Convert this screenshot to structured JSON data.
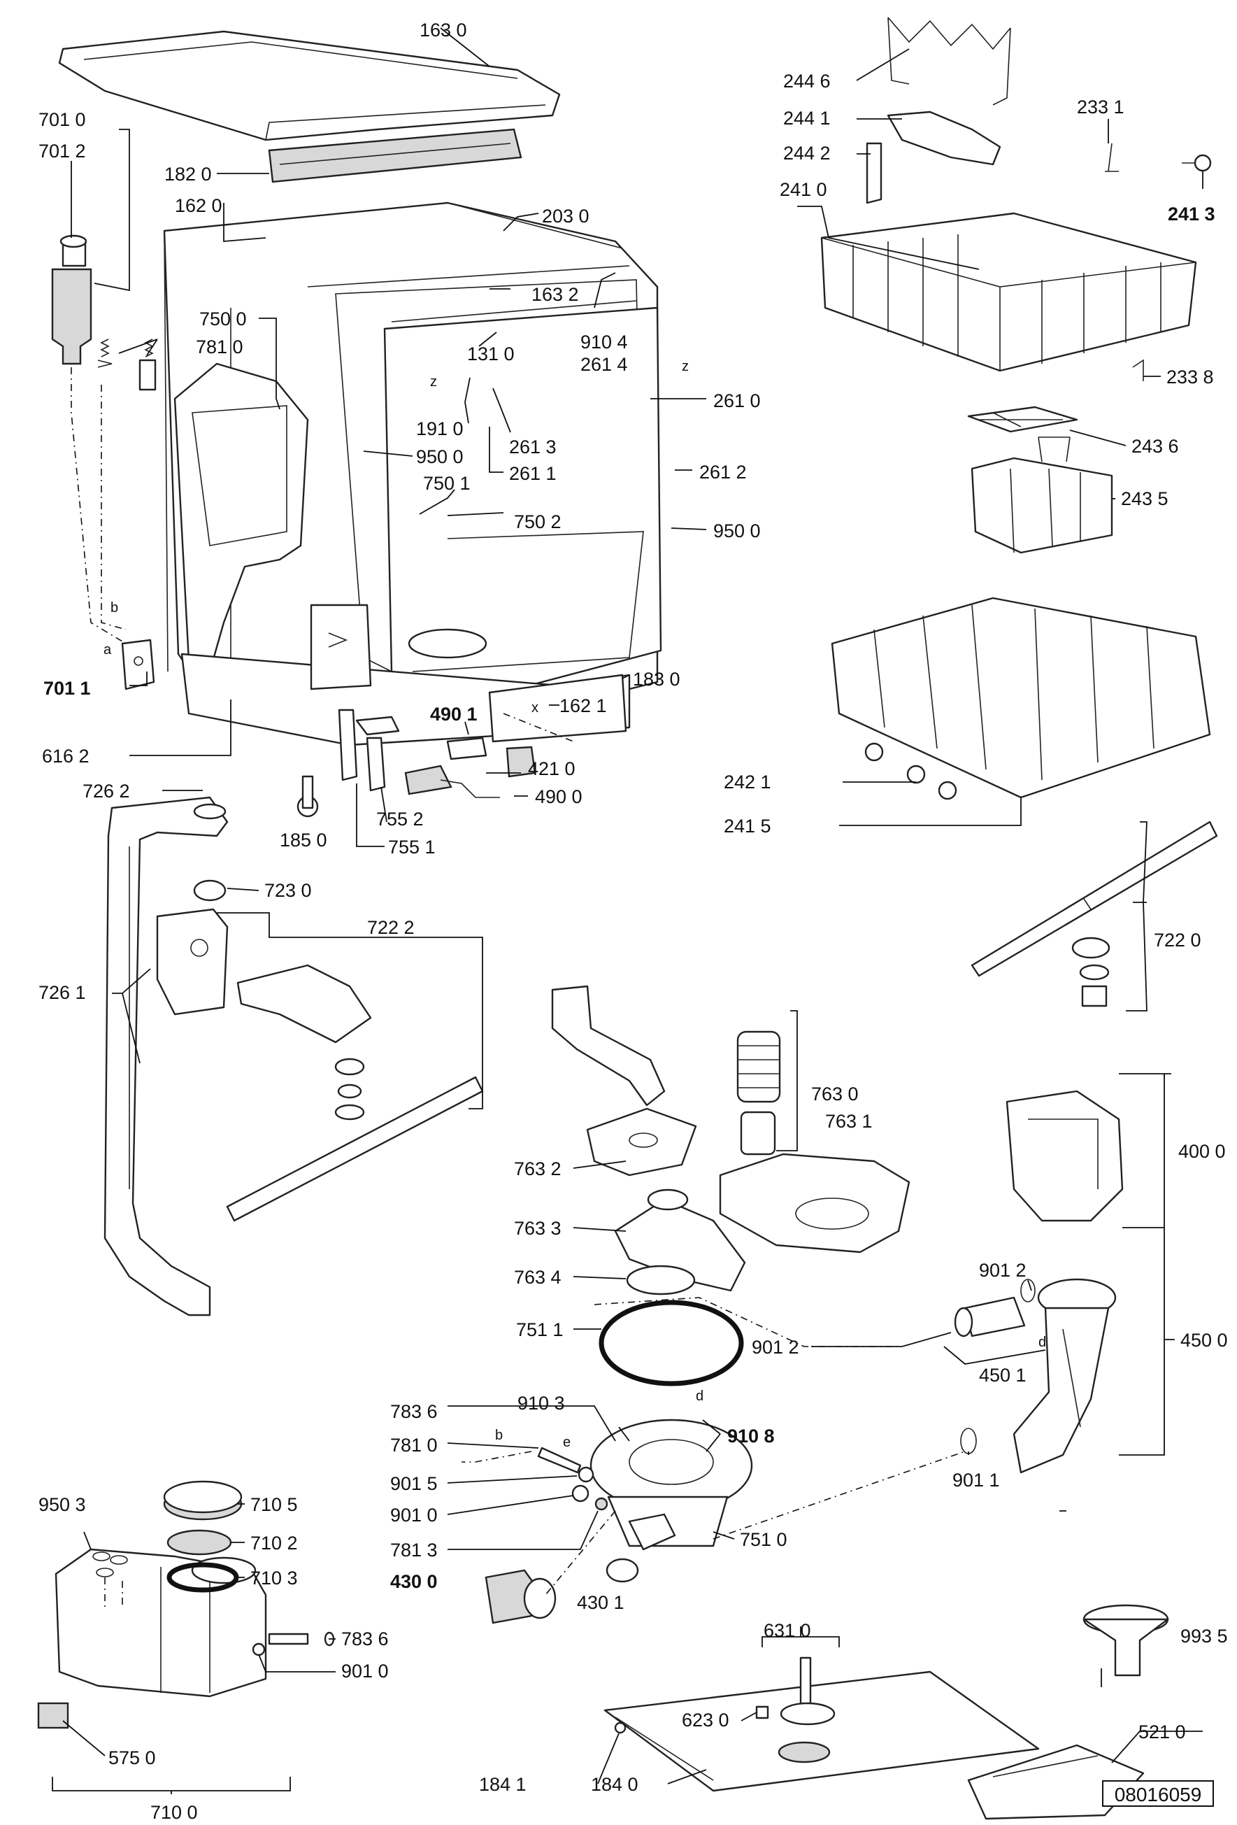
{
  "labels": {
    "l1630": "163 0",
    "l7010": "701 0",
    "l7012": "701 2",
    "l1820": "182 0",
    "l1620": "162 0",
    "l2030": "203 0",
    "l1632": "163 2",
    "l9104": "910 4",
    "l2614": "261 4",
    "l1310": "131 0",
    "l7500": "750 0",
    "l7810a": "781 0",
    "l2610": "261 0",
    "l1910": "191 0",
    "l2613": "261 3",
    "l9500a": "950 0",
    "l2611": "261 1",
    "l2612": "261 2",
    "l7501": "750 1",
    "l7502": "750 2",
    "l9500b": "950 0",
    "l7011": "701 1",
    "l1830": "183 0",
    "l1621": "162 1",
    "l4901": "490 1",
    "l4210": "421 0",
    "l6162": "616 2",
    "l7262": "726 2",
    "l4900": "490 0",
    "l7552": "755 2",
    "l1850": "185 0",
    "l7551": "755 1",
    "l7230": "723 0",
    "l7222": "722 2",
    "l7261": "726 1",
    "l2446": "244 6",
    "l2441": "244 1",
    "l2331": "233 1",
    "l2442": "244 2",
    "l2410": "241 0",
    "l2413": "241 3",
    "l2338": "233 8",
    "l2436": "243 6",
    "l2435": "243 5",
    "l2421": "242 1",
    "l2415": "241 5",
    "l7220": "722 0",
    "l7630": "763 0",
    "l7631": "763 1",
    "l4000": "400 0",
    "l7632": "763 2",
    "l7633": "763 3",
    "l7634": "763 4",
    "l9012a": "901 2",
    "l4500": "450 0",
    "l7511": "751 1",
    "l9012b": "901 2",
    "l4501": "450 1",
    "l7836a": "783 6",
    "l9103": "910 3",
    "l9108": "910 8",
    "l7810b": "781 0",
    "l9015": "901 5",
    "l9011": "901 1",
    "l9010a": "901 0",
    "l9503": "950 3",
    "l7105": "710 5",
    "l7813": "781 3",
    "l7510": "751 0",
    "l7102": "710 2",
    "l4300": "430 0",
    "l4301": "430 1",
    "l7103": "710 3",
    "l7836b": "783 6",
    "l9010b": "901 0",
    "l9935": "993 5",
    "l6310": "631 0",
    "l6230": "623 0",
    "l5750": "575 0",
    "l5210": "521 0",
    "l1841": "184 1",
    "l1840": "184 0",
    "l7100": "710 0"
  },
  "letters": {
    "z1": "z",
    "z2": "z",
    "x": "x",
    "a": "a",
    "b1": "b",
    "b2": "b",
    "e": "e",
    "d1": "d",
    "d2": "d"
  },
  "doc_id": "08016059"
}
